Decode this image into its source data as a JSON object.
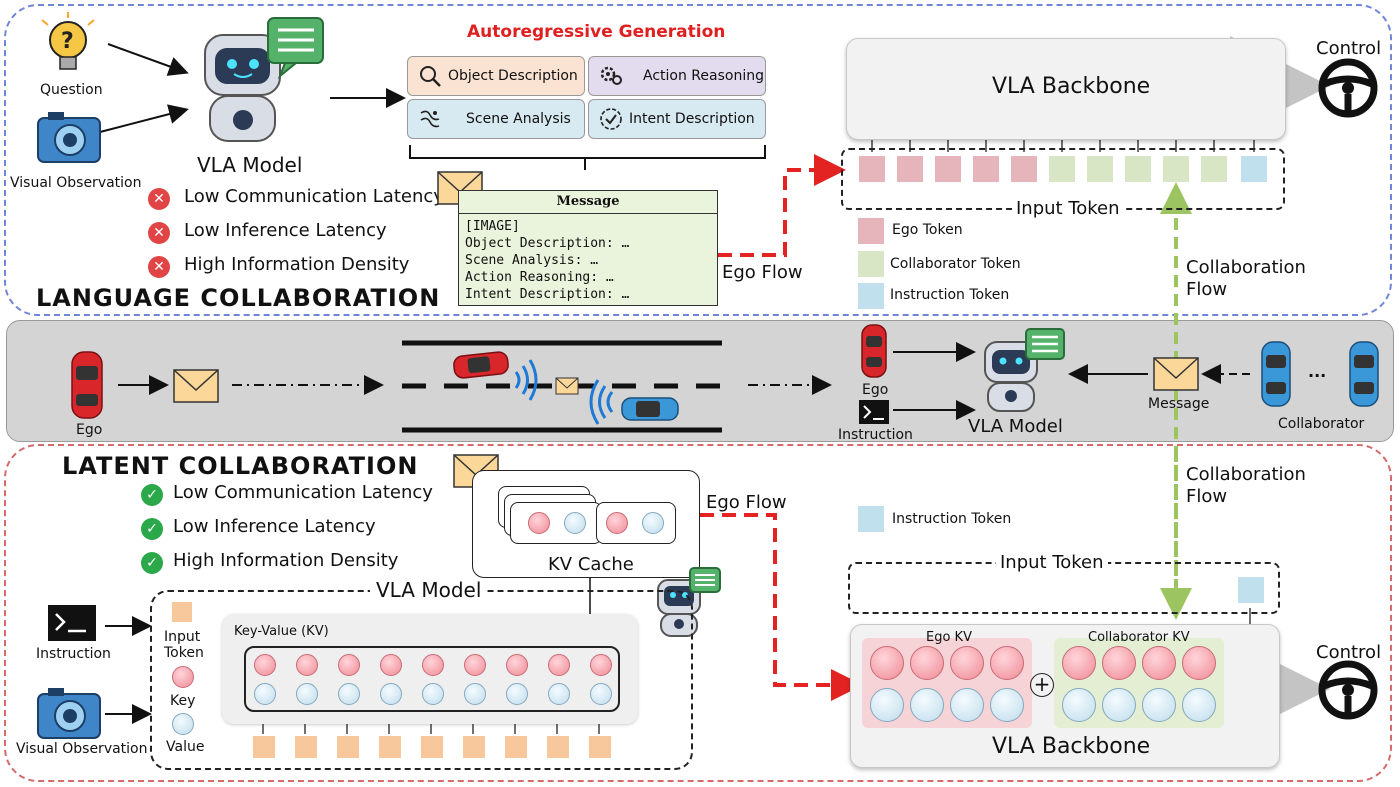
{
  "top": {
    "section_title": "LANGUAGE COLLABORATION",
    "question_label": "Question",
    "visual_obs_label": "Visual Observation",
    "vla_model_label": "VLA Model",
    "cons": [
      "Low Communication Latency",
      "Low Inference Latency",
      "High Information Density"
    ],
    "autoregressive_title": "Autoregressive Generation",
    "gen_items": [
      "Object Description",
      "Action Reasoning",
      "Scene Analysis",
      "Intent Description"
    ],
    "message_title": "Message",
    "message_lines": [
      "[IMAGE]",
      "Object Description: …",
      "Scene Analysis: …",
      "Action Reasoning: …",
      "Intent Description: …"
    ],
    "ego_flow": "Ego Flow",
    "backbone_label": "VLA Backbone",
    "control_label": "Control",
    "input_token_label": "Input Token",
    "legend": [
      "Ego Token",
      "Collaborator Token",
      "Instruction Token"
    ],
    "collab_flow": "Collaboration Flow"
  },
  "middle": {
    "ego_label_left": "Ego",
    "ego_label_right": "Ego",
    "instruction_label": "Instruction",
    "vla_model_label": "VLA Model",
    "message_label": "Message",
    "collaborator_label": "Collaborator",
    "ellipsis": "..."
  },
  "bottom": {
    "section_title": "LATENT COLLABORATION",
    "pros": [
      "Low Communication Latency",
      "Low Inference Latency",
      "High Information Density"
    ],
    "kv_cache_label": "KV Cache",
    "ego_flow": "Ego Flow",
    "vla_model_label": "VLA Model",
    "instruction_label": "Instruction",
    "visual_obs_label": "Visual Observation",
    "legend": [
      "Input Token",
      "Key",
      "Value"
    ],
    "kv_title": "Key-Value (KV)",
    "instruction_token_label": "Instruction Token",
    "input_token_label": "Input Token",
    "collab_flow": "Collaboration Flow",
    "ego_kv": "Ego KV",
    "collaborator_kv": "Collaborator KV",
    "plus": "+",
    "backbone_label": "VLA Backbone",
    "control_label": "Control"
  },
  "colors": {
    "blue_frame": "#6f86d6",
    "red_frame": "#d46a6a",
    "ego_flow": "#e32222",
    "collab_flow": "#9cc461",
    "title_red": "#e02020"
  }
}
